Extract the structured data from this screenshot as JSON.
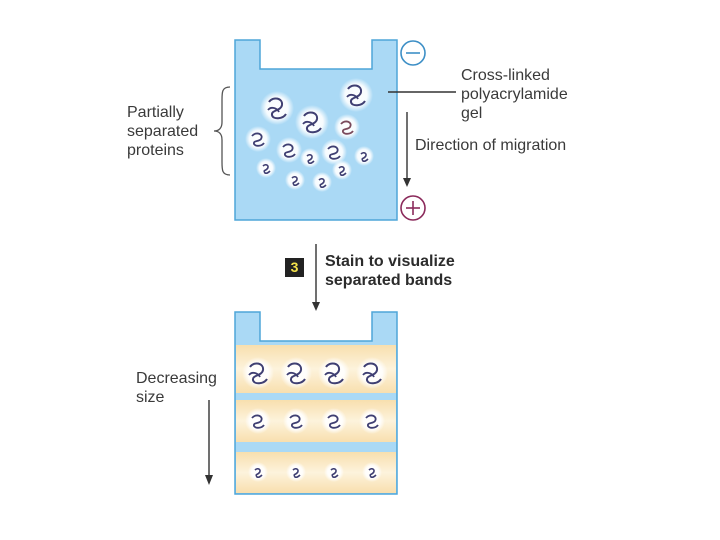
{
  "labels": {
    "gel": "Cross-linked\npolyacrylamide\ngel",
    "migration": "Direction of migration",
    "partial": "Partially\nseparated\nproteins",
    "step_number": "3",
    "stain": "Stain to visualize\nseparated bands",
    "size": "Decreasing\nsize"
  },
  "electrodes": {
    "negative": "−",
    "positive": "+"
  },
  "colors": {
    "gel_blue": "#aad9f5",
    "gel_border": "#4ea6d8",
    "band_cream": "#fbe6bf",
    "electrode_neg": "#3d8fc6",
    "electrode_pos": "#8b2a5b"
  }
}
